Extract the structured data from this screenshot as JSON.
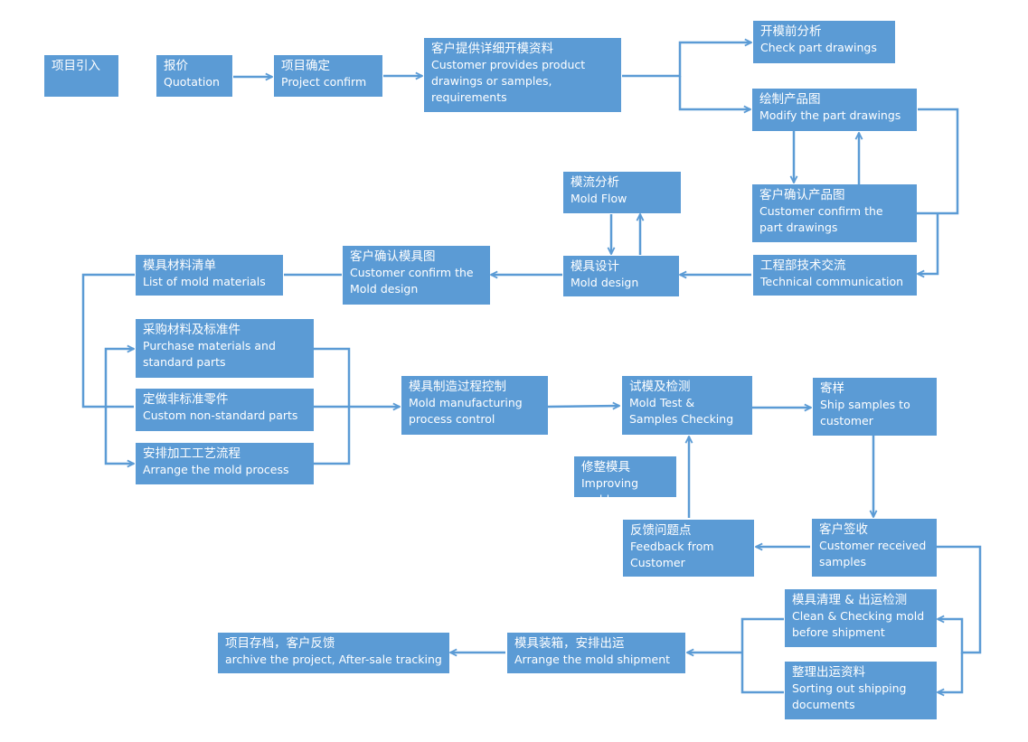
{
  "colors": {
    "box": "#5b9bd5",
    "line": "#5b9bd5",
    "text": "#ffffff"
  },
  "nodes": {
    "intro": {
      "zh": "项目引入",
      "en": ""
    },
    "quote": {
      "zh": "报价",
      "en": "Quotation"
    },
    "confirm": {
      "zh": "项目确定",
      "en": "Project confirm"
    },
    "provide": {
      "zh": "客户提供详细开模资料",
      "en": "Customer provides product drawings or samples, requirements"
    },
    "check": {
      "zh": "开模前分析",
      "en": "Check part drawings"
    },
    "modify": {
      "zh": "绘制产品图",
      "en": "Modify the part drawings"
    },
    "custconf": {
      "zh": "客户确认产品图",
      "en": "Customer confirm the part drawings"
    },
    "tech": {
      "zh": "工程部技术交流",
      "en": "Technical communication"
    },
    "design": {
      "zh": "模具设计",
      "en": "Mold design"
    },
    "flow": {
      "zh": "模流分析",
      "en": "Mold Flow"
    },
    "conf_mold": {
      "zh": "客户确认模具图",
      "en": "Customer confirm the Mold design"
    },
    "materials": {
      "zh": "模具材料清单",
      "en": "List of mold materials"
    },
    "purchase": {
      "zh": "采购材料及标准件",
      "en": "Purchase materials and standard parts"
    },
    "custom": {
      "zh": "定做非标准零件",
      "en": "Custom non-standard parts"
    },
    "arrange": {
      "zh": "安排加工工艺流程",
      "en": "Arrange the mold process"
    },
    "process": {
      "zh": "模具制造过程控制",
      "en": "Mold manufacturing process control"
    },
    "test": {
      "zh": "试模及检测",
      "en": "Mold Test & Samples Checking"
    },
    "ship": {
      "zh": "寄样",
      "en": "Ship samples to customer"
    },
    "improve": {
      "zh": "修整模具",
      "en": "Improving mold"
    },
    "feedback": {
      "zh": "反馈问题点",
      "en": "Feedback from Customer"
    },
    "received": {
      "zh": "客户签收",
      "en": "Customer received samples"
    },
    "clean": {
      "zh": "模具清理 & 出运检测",
      "en": "Clean & Checking mold before shipment"
    },
    "docs": {
      "zh": "整理出运资料",
      "en": "Sorting out shipping documents"
    },
    "packing": {
      "zh": "模具装箱，安排出运",
      "en": "Arrange the mold shipment"
    },
    "archive": {
      "zh": "项目存档，客户反馈",
      "en": "archive the project, After-sale tracking"
    }
  }
}
